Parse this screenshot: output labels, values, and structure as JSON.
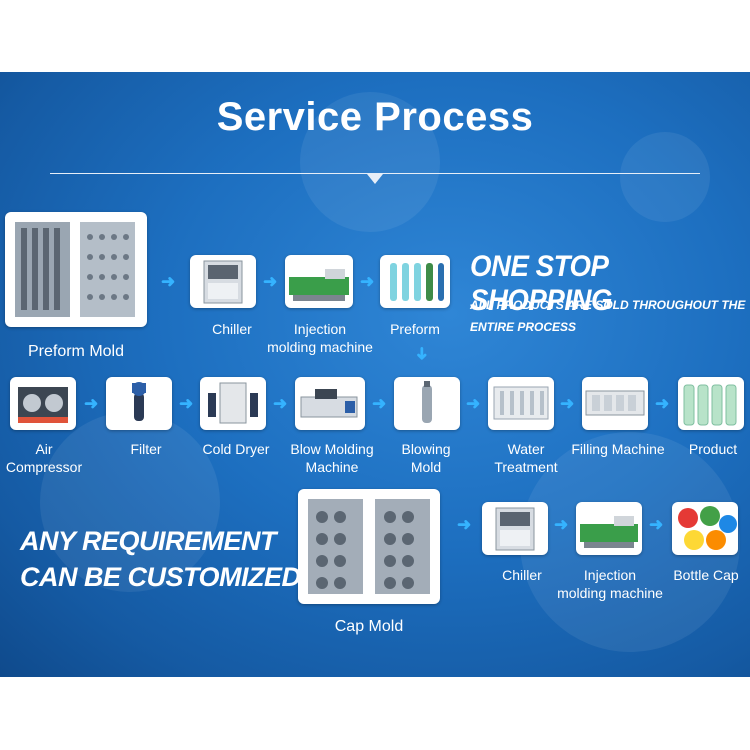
{
  "header": {
    "title": "Service Process"
  },
  "slogans": {
    "one_stop": "ONE STOP SHOPPING",
    "all_products_1": "ALL PRODUCTS ARE SOLD THROUGHOUT THE",
    "all_products_2": "ENTIRE PROCESS",
    "any_req_1": "ANY REQUIREMENT",
    "any_req_2": "CAN BE CUSTOMIZED"
  },
  "top_row": {
    "preform_mold": "Preform Mold",
    "chiller": "Chiller",
    "injection_1": "Injection",
    "injection_2": "molding machine",
    "preform": "Preform"
  },
  "middle_row": {
    "air_1": "Air",
    "air_2": "Compressor",
    "filter": "Filter",
    "cold_dryer": "Cold Dryer",
    "blow_1": "Blow Molding",
    "blow_2": "Machine",
    "blowing_1": "Blowing",
    "blowing_2": "Mold",
    "water_1": "Water",
    "water_2": "Treatment",
    "filling": "Filling Machine",
    "product": "Product"
  },
  "bottom_row": {
    "cap_mold": "Cap Mold",
    "chiller": "Chiller",
    "injection_1": "Injection",
    "injection_2": "molding machine",
    "bottle_cap": "Bottle Cap"
  },
  "colors": {
    "banner": "#1d6fc0",
    "arrow": "#35b3ff",
    "text": "#ffffff"
  }
}
